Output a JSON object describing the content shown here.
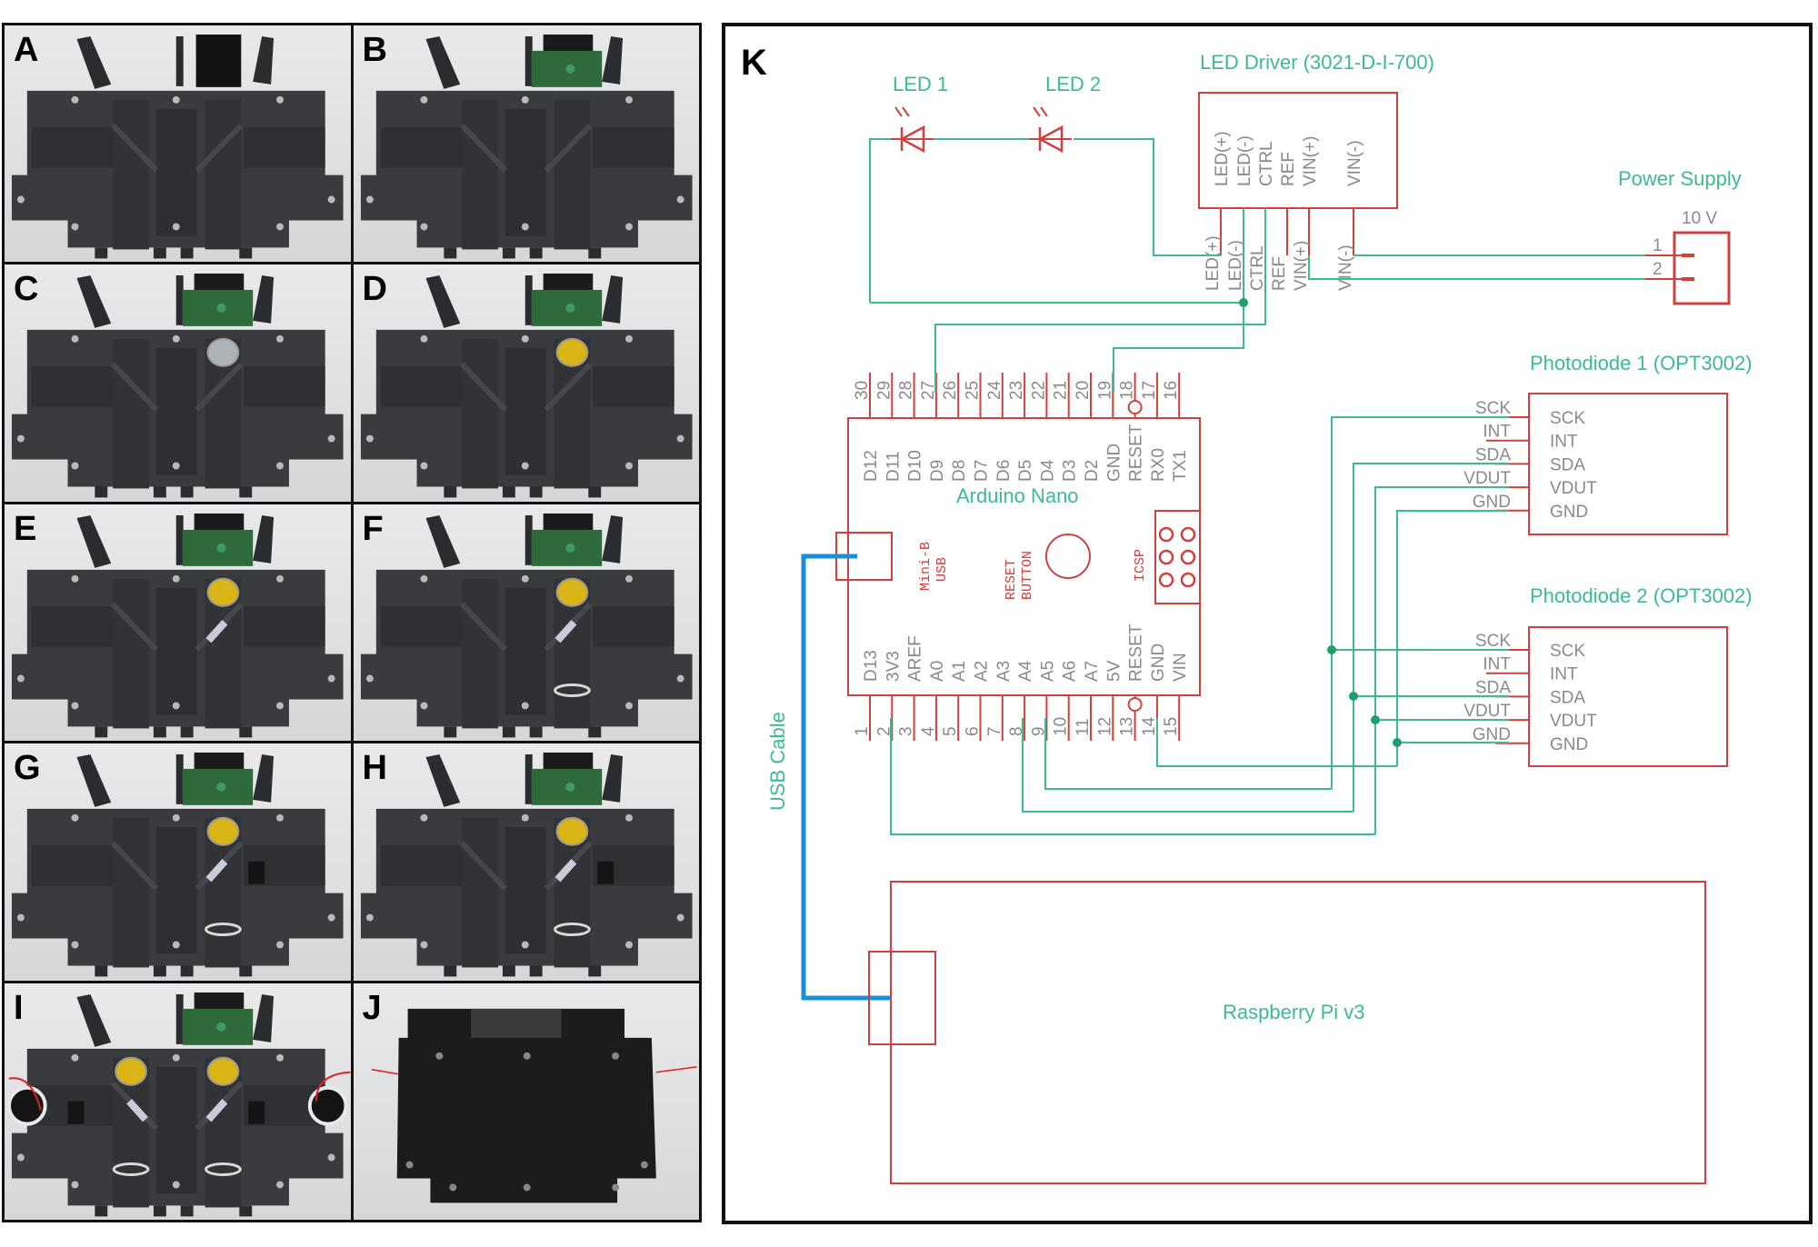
{
  "figure": {
    "photo_panels": [
      {
        "letter": "A",
        "parts": {
          "pcb": false,
          "lenses": 0,
          "filters": 0,
          "rings": 0,
          "sensor": false,
          "leds": false,
          "cover": false
        }
      },
      {
        "letter": "B",
        "parts": {
          "pcb": true,
          "lenses": 0,
          "filters": 0,
          "rings": 0,
          "sensor": false,
          "leds": false,
          "cover": false
        }
      },
      {
        "letter": "C",
        "parts": {
          "pcb": true,
          "lenses": 1,
          "clear_lens": true,
          "filters": 0,
          "rings": 0,
          "sensor": false,
          "leds": false,
          "cover": false
        }
      },
      {
        "letter": "D",
        "parts": {
          "pcb": true,
          "lenses": 1,
          "filters": 0,
          "rings": 0,
          "sensor": false,
          "leds": false,
          "cover": false
        }
      },
      {
        "letter": "E",
        "parts": {
          "pcb": true,
          "lenses": 1,
          "filters": 1,
          "rings": 0,
          "sensor": false,
          "leds": false,
          "cover": false
        }
      },
      {
        "letter": "F",
        "parts": {
          "pcb": true,
          "lenses": 1,
          "filters": 1,
          "rings": 1,
          "sensor": false,
          "leds": false,
          "cover": false
        }
      },
      {
        "letter": "G",
        "parts": {
          "pcb": true,
          "lenses": 1,
          "filters": 1,
          "rings": 1,
          "sensor": true,
          "leds": false,
          "cover": false
        }
      },
      {
        "letter": "H",
        "parts": {
          "pcb": true,
          "lenses": 1,
          "filters": 1,
          "rings": 1,
          "sensor": true,
          "leds": false,
          "cover": false
        }
      },
      {
        "letter": "I",
        "parts": {
          "pcb": true,
          "lenses": 2,
          "filters": 2,
          "rings": 2,
          "sensor": true,
          "leds": true,
          "cover": false
        }
      },
      {
        "letter": "J",
        "parts": {
          "cover": true
        }
      }
    ],
    "schematic": {
      "letter": "K",
      "colors": {
        "wire": "#3dbb8f",
        "component": "#d0403f",
        "usb_cable": "#1a8fd8",
        "pin_text": "#8a8a8a",
        "label": "#3dbb8f"
      },
      "leds": [
        {
          "label": "LED 1"
        },
        {
          "label": "LED 2"
        }
      ],
      "led_driver": {
        "title": "LED Driver (3021-D-I-700)",
        "pins_inside": [
          "LED(+)",
          "LED(-)",
          "CTRL",
          "REF",
          "VIN(+)",
          "VIN(-)"
        ],
        "pins_outside": [
          "LED(+)",
          "LED(-)",
          "CTRL",
          "REF",
          "VIN(+)",
          "VIN(-)"
        ]
      },
      "power_supply": {
        "title": "Power Supply",
        "voltage": "10 V",
        "pins": [
          "1",
          "2"
        ]
      },
      "arduino": {
        "title": "Arduino Nano",
        "top_pin_numbers": [
          "30",
          "29",
          "28",
          "27",
          "26",
          "25",
          "24",
          "23",
          "22",
          "21",
          "20",
          "19",
          "18",
          "17",
          "16"
        ],
        "top_pin_names": [
          "D12",
          "D11",
          "D10",
          "D9",
          "D8",
          "D7",
          "D6",
          "D5",
          "D4",
          "D3",
          "D2",
          "GND",
          "RESET",
          "RX0",
          "TX1"
        ],
        "bottom_pin_numbers": [
          "1",
          "2",
          "3",
          "4",
          "5",
          "6",
          "7",
          "8",
          "9",
          "10",
          "11",
          "12",
          "13",
          "14",
          "15"
        ],
        "bottom_pin_names": [
          "D13",
          "3V3",
          "AREF",
          "A0",
          "A1",
          "A2",
          "A3",
          "A4",
          "A5",
          "A6",
          "A7",
          "5V",
          "RESET",
          "GND",
          "VIN"
        ],
        "usb_label_1": "Mini-B",
        "usb_label_2": "USB",
        "reset_label_1": "RESET",
        "reset_label_2": "BUTTON",
        "icsp_label": "ICSP"
      },
      "photodiodes": [
        {
          "title": "Photodiode 1 (OPT3002)",
          "pins_outside": [
            "SCK",
            "INT",
            "SDA",
            "VDUT",
            "GND"
          ],
          "pins_inside": [
            "SCK",
            "INT",
            "SDA",
            "VDUT",
            "GND"
          ]
        },
        {
          "title": "Photodiode 2 (OPT3002)",
          "pins_outside": [
            "SCK",
            "INT",
            "SDA",
            "VDUT",
            "GND"
          ],
          "pins_inside": [
            "SCK",
            "INT",
            "SDA",
            "VDUT",
            "GND"
          ]
        }
      ],
      "usb_cable_label": "USB Cable",
      "raspberry_pi": {
        "title": "Raspberry Pi v3"
      }
    }
  }
}
